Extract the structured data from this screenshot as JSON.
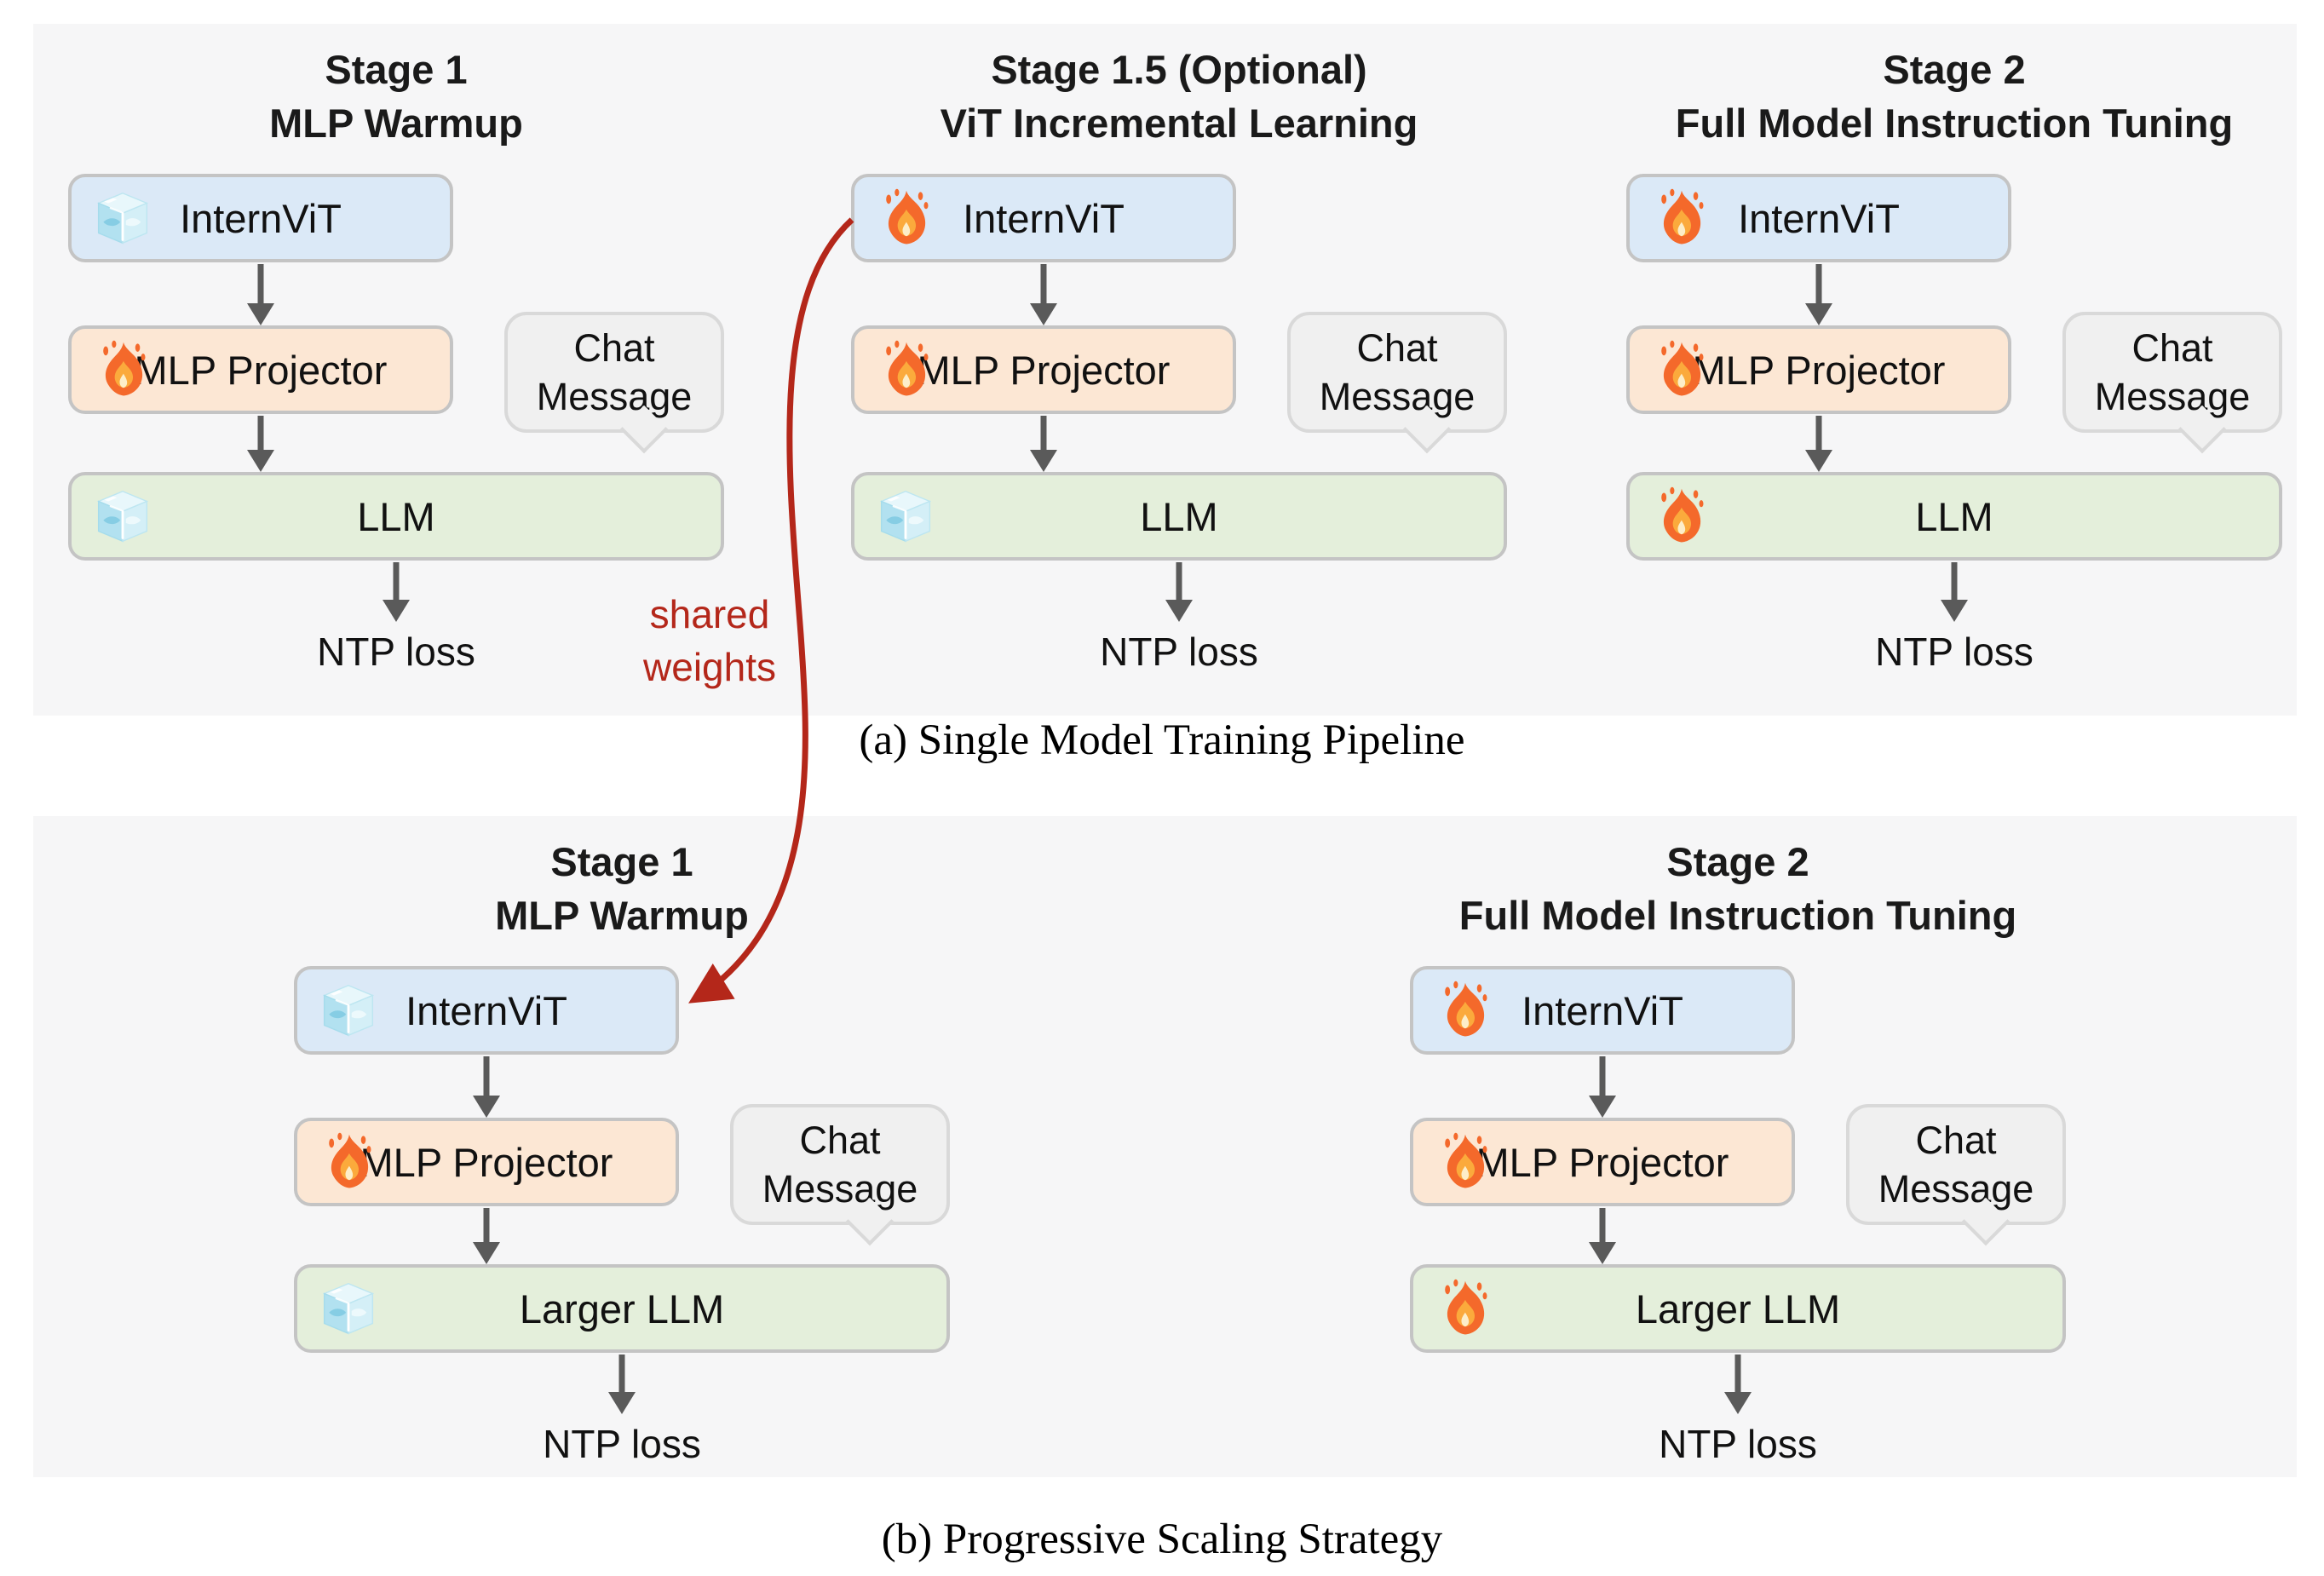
{
  "panel_a": {
    "caption": "(a) Single Model Training Pipeline",
    "stages": [
      {
        "title_line1": "Stage 1",
        "title_line2": "MLP Warmup",
        "vit": {
          "label": "InternViT",
          "icon": "ice-cube-icon"
        },
        "projector": {
          "label": "MLP Projector",
          "icon": "fire-icon"
        },
        "llm": {
          "label": "LLM",
          "icon": "ice-cube-icon"
        },
        "chat": {
          "line1": "Chat",
          "line2": "Message"
        },
        "loss": "NTP loss"
      },
      {
        "title_line1": "Stage 1.5 (Optional)",
        "title_line2": "ViT Incremental Learning",
        "vit": {
          "label": "InternViT",
          "icon": "fire-icon"
        },
        "projector": {
          "label": "MLP Projector",
          "icon": "fire-icon"
        },
        "llm": {
          "label": "LLM",
          "icon": "ice-cube-icon"
        },
        "chat": {
          "line1": "Chat",
          "line2": "Message"
        },
        "loss": "NTP loss"
      },
      {
        "title_line1": "Stage 2",
        "title_line2": "Full Model Instruction Tuning",
        "vit": {
          "label": "InternViT",
          "icon": "fire-icon"
        },
        "projector": {
          "label": "MLP Projector",
          "icon": "fire-icon"
        },
        "llm": {
          "label": "LLM",
          "icon": "fire-icon"
        },
        "chat": {
          "line1": "Chat",
          "line2": "Message"
        },
        "loss": "NTP loss"
      }
    ]
  },
  "panel_b": {
    "caption": "(b) Progressive Scaling Strategy",
    "stages": [
      {
        "title_line1": "Stage 1",
        "title_line2": "MLP Warmup",
        "vit": {
          "label": "InternViT",
          "icon": "ice-cube-icon"
        },
        "projector": {
          "label": "MLP Projector",
          "icon": "fire-icon"
        },
        "llm": {
          "label": "Larger LLM",
          "icon": "ice-cube-icon"
        },
        "chat": {
          "line1": "Chat",
          "line2": "Message"
        },
        "loss": "NTP loss"
      },
      {
        "title_line1": "Stage 2",
        "title_line2": "Full Model Instruction Tuning",
        "vit": {
          "label": "InternViT",
          "icon": "fire-icon"
        },
        "projector": {
          "label": "MLP Projector",
          "icon": "fire-icon"
        },
        "llm": {
          "label": "Larger LLM",
          "icon": "fire-icon"
        },
        "chat": {
          "line1": "Chat",
          "line2": "Message"
        },
        "loss": "NTP loss"
      }
    ]
  },
  "shared_weights": {
    "line1": "shared",
    "line2": "weights"
  },
  "colors": {
    "panel_bg": "#f6f6f7",
    "vit_fill": "#dbe9f7",
    "projector_fill": "#fce7d4",
    "llm_fill": "#e4efdb",
    "chat_fill": "#f0f0f0",
    "box_border": "#c4c4c4",
    "bubble_border": "#d9d9d9",
    "arrow_gray": "#5a5a5a",
    "shared_weights_red": "#b4271a"
  }
}
